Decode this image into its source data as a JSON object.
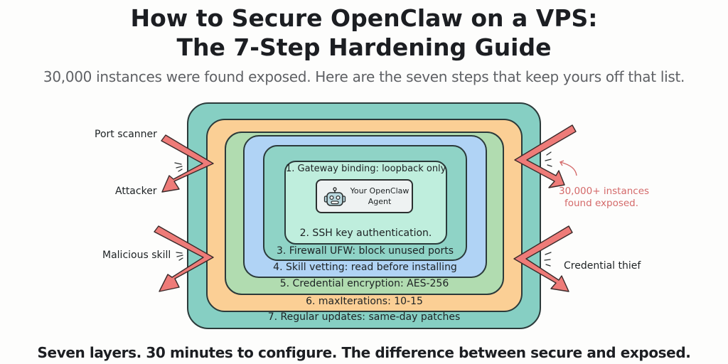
{
  "header": {
    "title_line1": "How to Secure OpenClaw on a VPS:",
    "title_line2": "The 7-Step Hardening Guide",
    "subtitle": "30,000 instances were found exposed. Here are the seven steps that keep yours off that list."
  },
  "diagram": {
    "center": {
      "label": "Your OpenClaw Agent",
      "line1": "Your OpenClaw",
      "line2": "Agent",
      "icon": "robot-icon"
    },
    "layers": [
      {
        "step": 1,
        "label": "1. Gateway binding: loopback only",
        "color": "#bfeedd"
      },
      {
        "step": 2,
        "label_top": "2. SSH key authentication.",
        "label": "2. SSH key authentication.",
        "color": "#bfeedd"
      },
      {
        "step": 3,
        "label": "3. Firewall UFW: block unused ports",
        "color": "#8fd3c6"
      },
      {
        "step": 4,
        "label": "4. Skill vetting: read before installing",
        "color": "#b0d3f5"
      },
      {
        "step": 5,
        "label": "5. Credential encryption: AES-256",
        "color": "#b1dcb0"
      },
      {
        "step": 6,
        "label": "6. maxIterations: 10-15",
        "color": "#fbcf95"
      },
      {
        "step": 7,
        "label": "7. Regular updates: same-day patches",
        "color": "#86cfc3"
      }
    ],
    "threats": {
      "left": [
        "Port scanner",
        "Attacker",
        "Malicious skill"
      ],
      "right": [
        "Credential thief"
      ],
      "annotation_line1": "30,000+ instances",
      "annotation_line2": "found exposed.",
      "arrow_color": "#ee7b78",
      "annotation_color": "#d46a6a"
    }
  },
  "footer": {
    "text": "Seven layers. 30 minutes to configure. The difference between secure and exposed."
  }
}
